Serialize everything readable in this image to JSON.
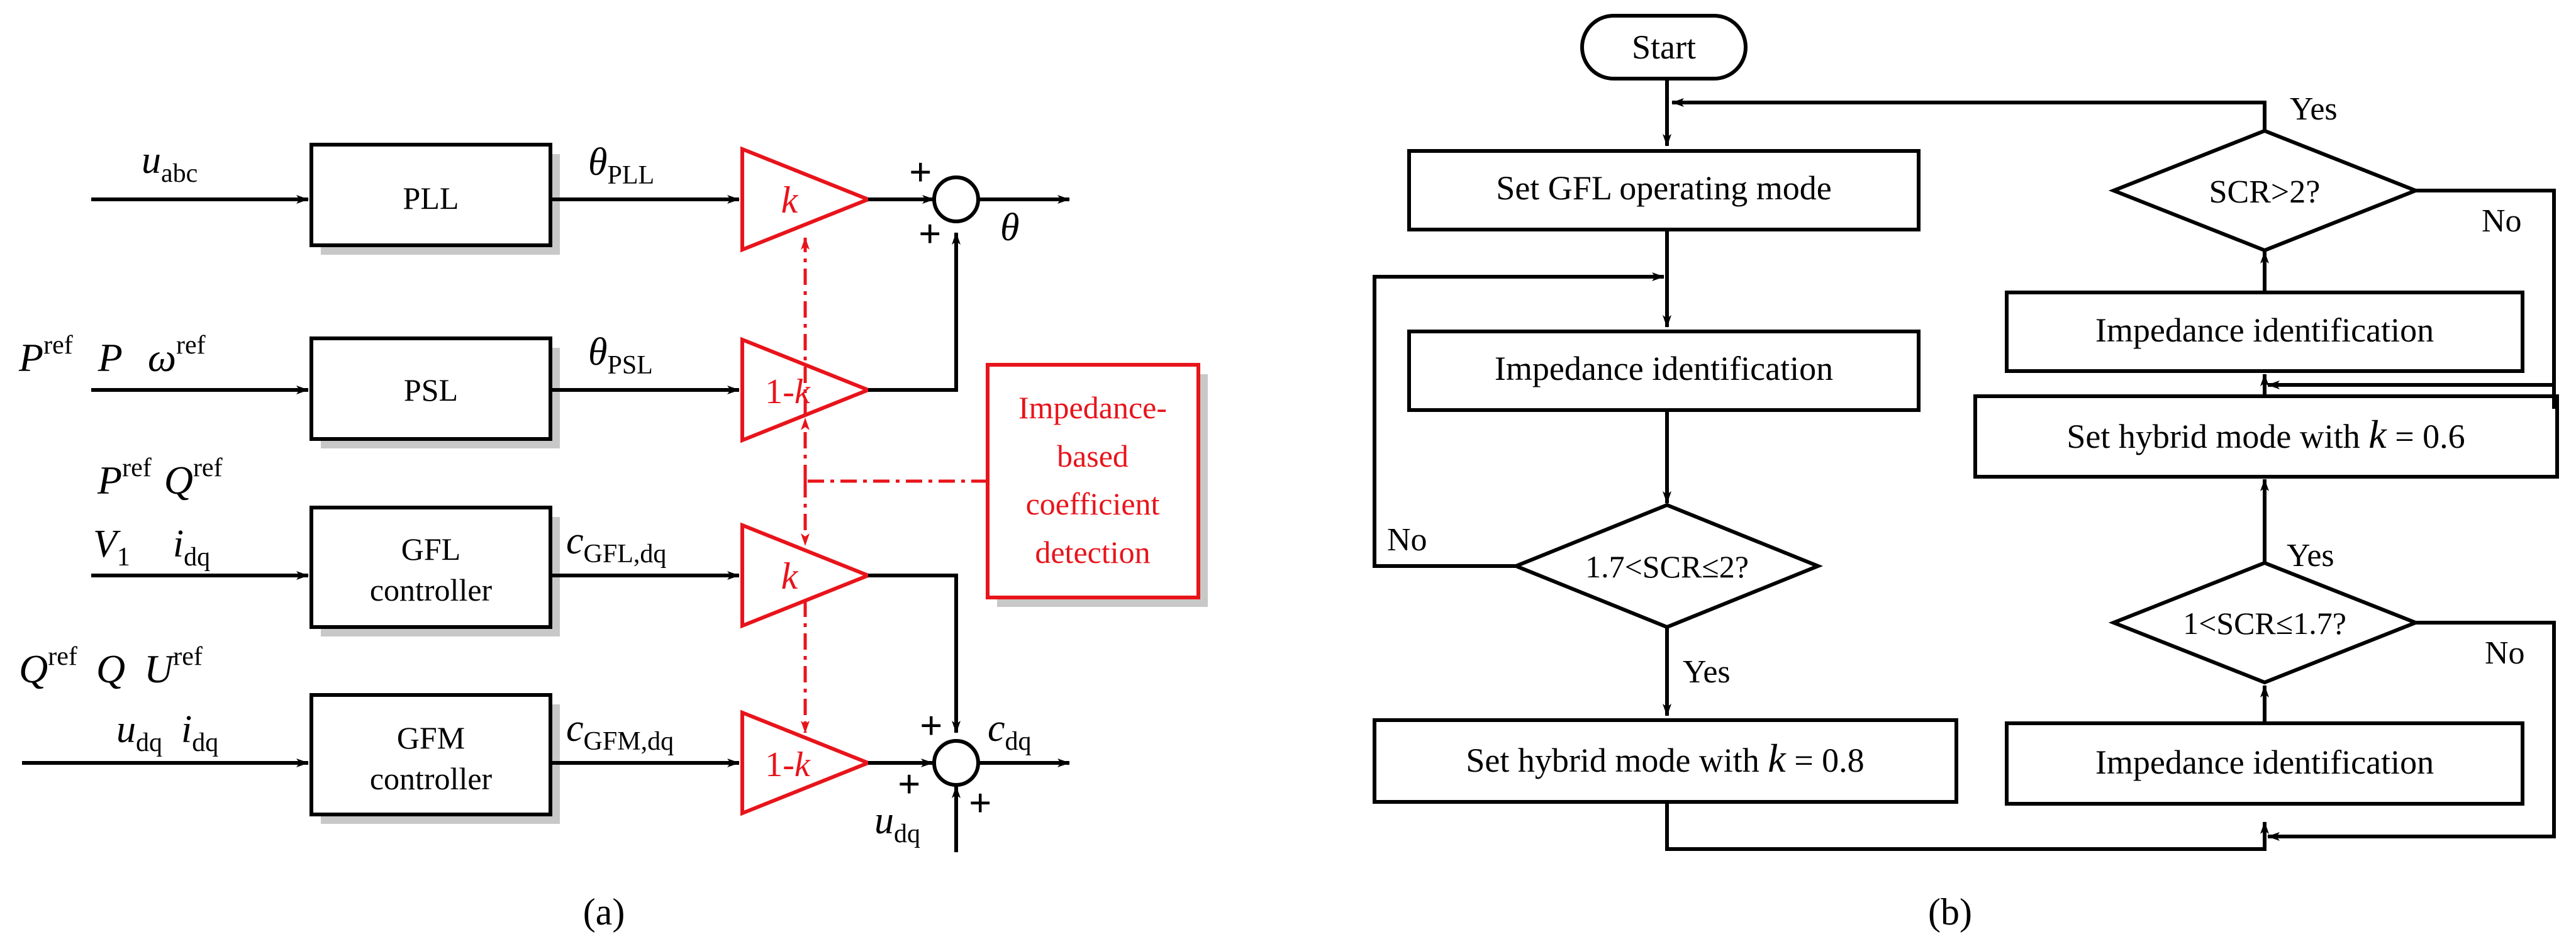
{
  "panel_a": {
    "caption": "(a)",
    "inputs": {
      "pll": "u",
      "pll_sub": "abc",
      "psl": [
        "P",
        "ref",
        "P",
        "ω",
        "ref"
      ],
      "gfl_top": [
        "P",
        "ref",
        "Q",
        "ref"
      ],
      "gfl_bottom": [
        "V",
        "1",
        "i",
        "dq"
      ],
      "gfm_top": [
        "Q",
        "ref",
        "Q",
        "U",
        "ref"
      ],
      "gfm_bottom": [
        "u",
        "dq",
        "i",
        "dq"
      ]
    },
    "blocks": {
      "pll": "PLL",
      "psl": "PSL",
      "gfl": [
        "GFL",
        "controller"
      ],
      "gfm": [
        "GFM",
        "controller"
      ]
    },
    "signals": {
      "theta_pll": [
        "θ",
        "PLL"
      ],
      "theta_psl": [
        "θ",
        "PSL"
      ],
      "c_gfl": [
        "c",
        "GFL,dq"
      ],
      "c_gfm": [
        "c",
        "GFM,dq"
      ],
      "theta": "θ",
      "c_dq": [
        "c",
        "dq"
      ],
      "u_dq": [
        "u",
        "dq"
      ]
    },
    "gains": {
      "k": "k",
      "one_minus_k_prefix": "1-",
      "k_symbol": "k"
    },
    "plus": "+",
    "detection": [
      "Impedance-",
      "based",
      "coefficient",
      "detection"
    ]
  },
  "panel_b": {
    "caption": "(b)",
    "start": "Start",
    "set_gfl": "Set GFL operating mode",
    "imp_id": "Impedance identification",
    "cond1": "1.7<SCR≤2?",
    "hybrid_08_prefix": "Set hybrid mode with ",
    "hybrid_08_k": "k",
    "hybrid_08_suffix": " = 0.8",
    "imp_id_right_bottom": "Impedance identification",
    "cond2": "1<SCR≤1.7?",
    "hybrid_06_prefix": "Set hybrid mode with ",
    "hybrid_06_k": "k",
    "hybrid_06_suffix": " = 0.6",
    "imp_id_right_top": "Impedance identification",
    "cond3": "SCR>2?",
    "yes": "Yes",
    "no": "No"
  }
}
